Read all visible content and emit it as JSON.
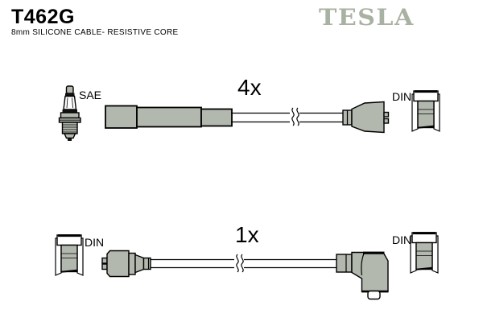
{
  "header": {
    "part_number": "T462G",
    "subtitle": "8mm SILICONE CABLE- RESISTIVE CORE",
    "brand_logo": "TESLA"
  },
  "colors": {
    "brand": "#a9b2a2",
    "boot_fill": "#b2b8ae",
    "outline": "#000000",
    "background": "#ffffff"
  },
  "top_cable": {
    "quantity_label": "4x",
    "plug_end_label": "SAE",
    "cap_end_label": "DIN"
  },
  "bottom_cable": {
    "quantity_label": "1x",
    "left_end_label": "DIN",
    "right_end_label": "DIN"
  }
}
